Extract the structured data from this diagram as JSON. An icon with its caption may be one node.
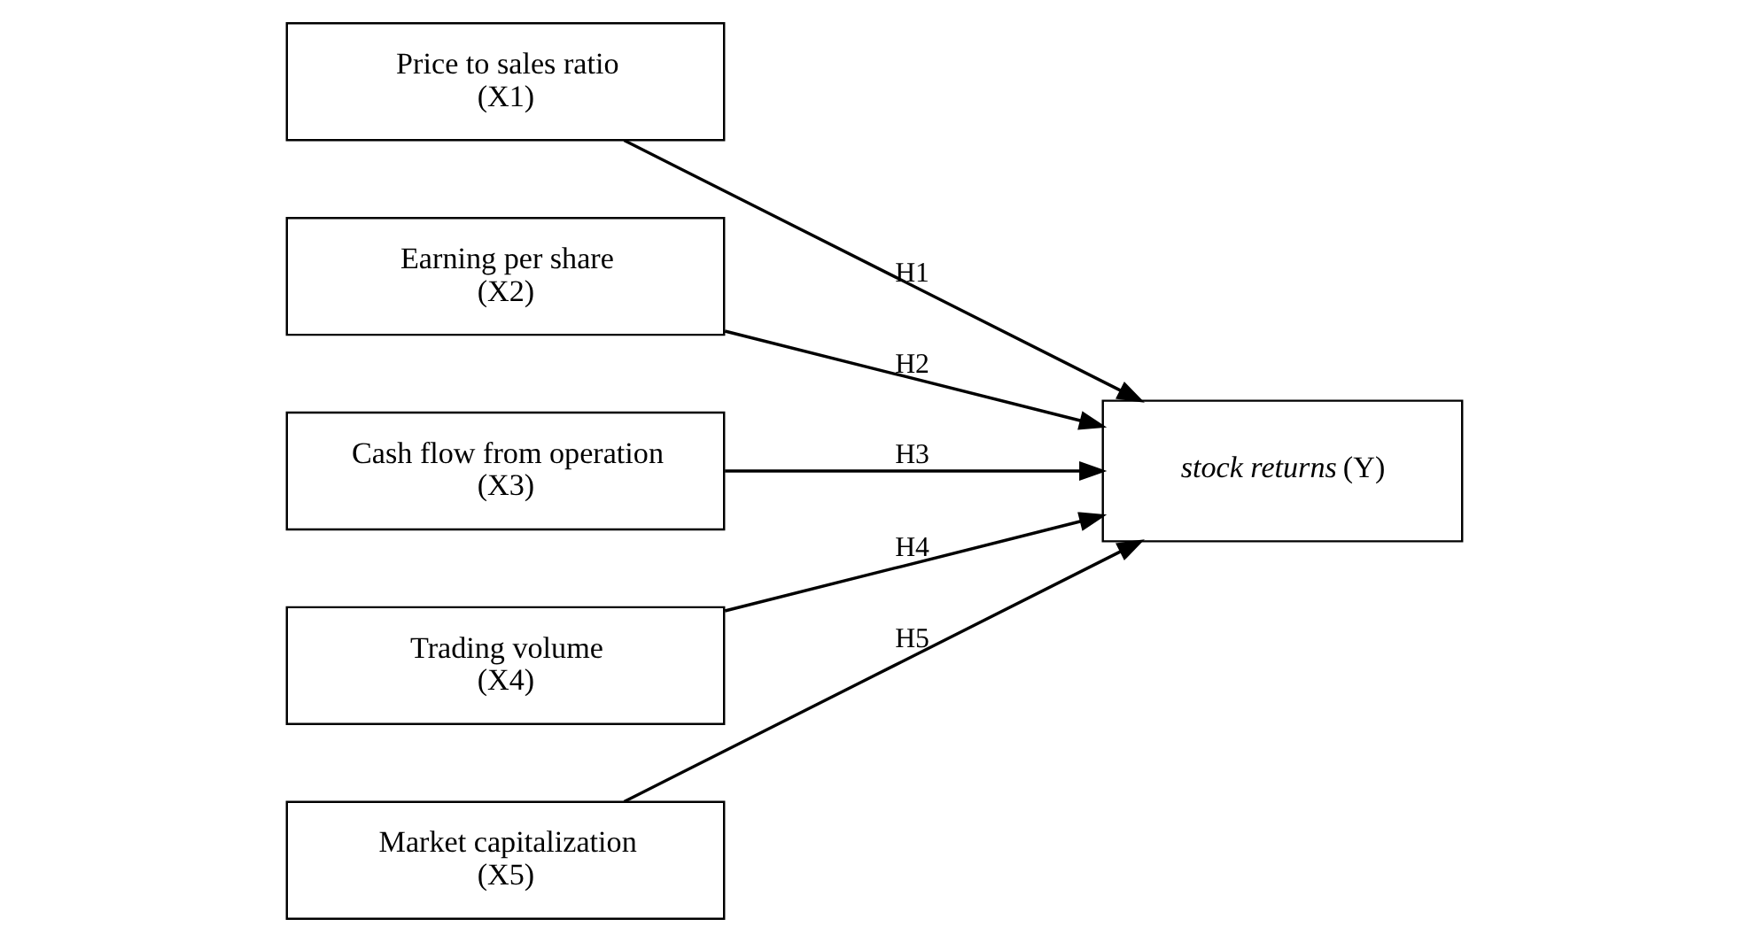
{
  "diagram": {
    "nodes": [
      {
        "text": [
          "Price to sales ratio (X1)"
        ]
      },
      {
        "text": [
          "Earning per share (X2)"
        ]
      },
      {
        "text": [
          "Cash flow from operation (X3)"
        ]
      },
      {
        "text": [
          "Trading volume (X4)"
        ]
      },
      {
        "text": [
          "Market capitalization (X5)"
        ]
      },
      {
        "text": [
          "*stock returns* (Y)"
        ]
      }
    ],
    "edges": [
      {
        "from": 0,
        "to": 5,
        "arrow": "to",
        "label": "H1"
      },
      {
        "from": 1,
        "to": 5,
        "arrow": "to",
        "label": "H2"
      },
      {
        "from": 2,
        "to": 5,
        "arrow": "to",
        "label": "H3"
      },
      {
        "from": 3,
        "to": 5,
        "arrow": "to",
        "label": "H4"
      },
      {
        "from": 4,
        "to": 5,
        "arrow": "to",
        "label": "H5"
      }
    ]
  }
}
